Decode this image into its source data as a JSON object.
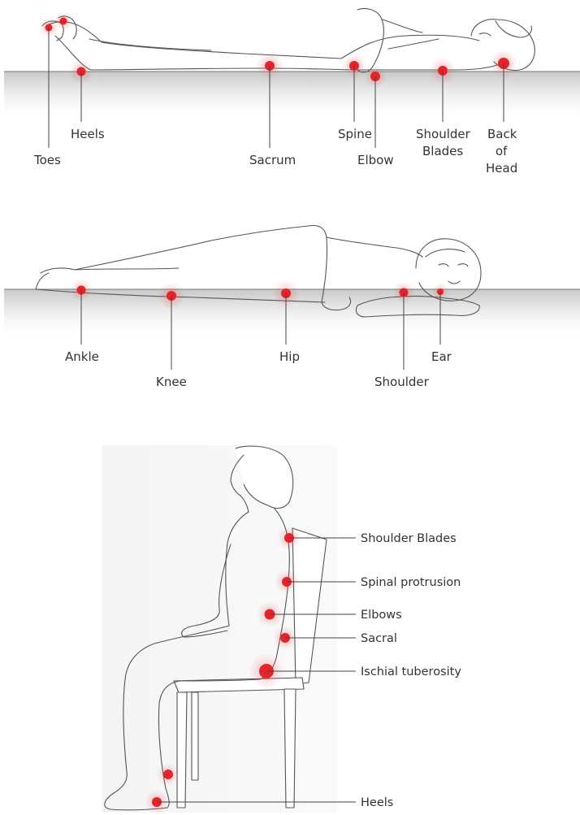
{
  "colors": {
    "marker": "#e5232b",
    "halo": "#e8534f",
    "leader": "#444444",
    "mattress": "#d9d9d9"
  },
  "supine": {
    "labels": {
      "toes": "Toes",
      "heels": "Heels",
      "sacrum": "Sacrum",
      "spine": "Spine",
      "elbow": "Elbow",
      "shoulder_blades": [
        "Shoulder",
        "Blades"
      ],
      "back_of_head": [
        "Back",
        "of",
        "Head"
      ]
    }
  },
  "side": {
    "labels": {
      "ankle": "Ankle",
      "knee": "Knee",
      "hip": "Hip",
      "shoulder": "Shoulder",
      "ear": "Ear"
    }
  },
  "seated": {
    "labels": {
      "shoulder_blades": "Shoulder Blades",
      "spinal_protrusion": "Spinal protrusion",
      "elbows": "Elbows",
      "sacral": "Sacral",
      "ischial_tuberosity": "Ischial tuberosity",
      "heels": "Heels"
    }
  }
}
